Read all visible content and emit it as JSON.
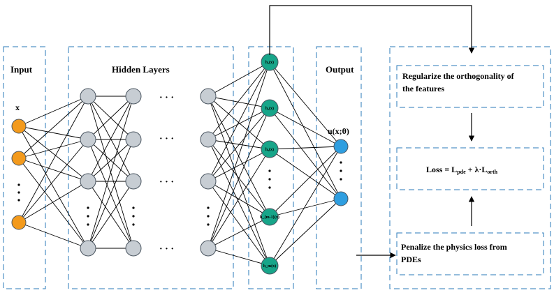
{
  "sections": {
    "input": "Input",
    "hidden": "Hidden Layers",
    "output": "Output"
  },
  "node_labels": {
    "x": "x",
    "u": "u(x;θ)"
  },
  "features": [
    "h₁(x)",
    "h₂(x)",
    "h₃(x)",
    "h_{m-1}(x)",
    "h_m(x)"
  ],
  "ellipsis": "· · ·",
  "boxes": {
    "regularize": [
      "Regularize the orthogonality of",
      "the features"
    ],
    "loss": "Loss = L_pde + λ·L_orth",
    "penalize": [
      "Penalize the physics loss from",
      "PDEs"
    ]
  },
  "colors": {
    "input_node": "#f39a1c",
    "hidden_node": "#c7cdd3",
    "feature_node": "#17a589",
    "output_node": "#2e9ee0",
    "dashed_border": "#2a7ab8"
  }
}
